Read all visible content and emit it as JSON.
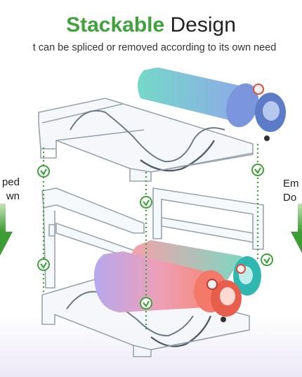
{
  "header": {
    "title_accent": "Stackable",
    "title_rest": "Design",
    "subtitle": "t can be spliced or removed according to its own need"
  },
  "left_label": {
    "line1": "ped",
    "line2": "wn"
  },
  "right_label": {
    "line1": "Em",
    "line2": "Do"
  },
  "colors": {
    "accent_green": "#3fa33b",
    "arrow_green": "#52a83f",
    "bottle_teal": "#6fd3c8",
    "bottle_blue": "#8fb0e8",
    "bottle_purple": "#b9a6ea",
    "bottle_coral": "#f38b7c"
  },
  "icons": [
    "check-icon",
    "arrow-down-icon"
  ]
}
